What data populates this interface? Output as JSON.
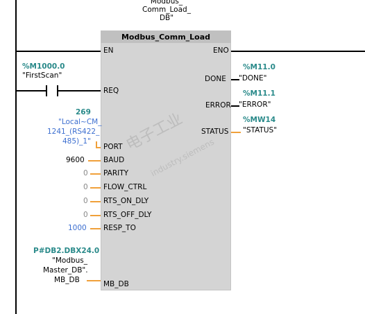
{
  "instance_db": {
    "line1": "Modbus_",
    "line2": "Comm_Load_",
    "line3": "DB\""
  },
  "block": {
    "title": "Modbus_Comm_Load"
  },
  "pins": {
    "en": "EN",
    "eno": "ENO",
    "req": "REQ",
    "done": "DONE",
    "error": "ERROR",
    "status": "STATUS",
    "port": "PORT",
    "baud": "BAUD",
    "parity": "PARITY",
    "flow_ctrl": "FLOW_CTRL",
    "rts_on_dly": "RTS_ON_DLY",
    "rts_off_dly": "RTS_OFF_DLY",
    "resp_to": "RESP_TO",
    "mb_db": "MB_DB"
  },
  "contact": {
    "address": "%M1000.0",
    "symbol": "\"FirstScan\""
  },
  "outputs": {
    "done": {
      "address": "%M11.0",
      "symbol": "\"DONE\""
    },
    "error": {
      "address": "%M11.1",
      "symbol": "\"ERROR\""
    },
    "status": {
      "address": "%MW14",
      "symbol": "\"STATUS\""
    }
  },
  "port": {
    "value": "269",
    "line1": "\"Local~CM_",
    "line2": "1241_(RS422_",
    "line3": "485)_1\""
  },
  "baud": "9600",
  "parity": "0",
  "flow_ctrl": "0",
  "rts_on_dly": "0",
  "rts_off_dly": "0",
  "resp_to": "1000",
  "mb_db": {
    "address": "P#DB2.DBX24.0",
    "line1": "\"Modbus_",
    "line2": "Master_DB\".",
    "line3": "MB_DB"
  },
  "watermark": {
    "cn": "电子工业",
    "en": "industry.siemens"
  },
  "colors": {
    "tag_green": "#2a8a8a",
    "blue_text": "#3d6fd0",
    "block_bg": "#d4d4d4",
    "status_wire": "#f0a03a"
  }
}
